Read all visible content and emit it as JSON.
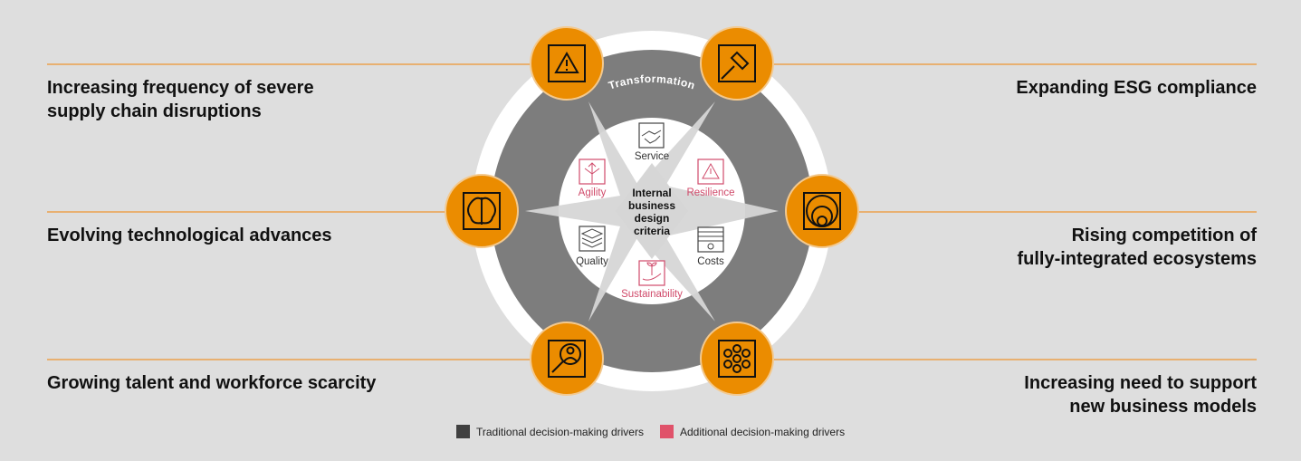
{
  "drivers_left": [
    {
      "line1": "Increasing frequency of severe",
      "line2": "supply chain disruptions",
      "icon": "warning-icon"
    },
    {
      "line1": "Evolving technological advances",
      "line2": "",
      "icon": "brain-circuit-icon"
    },
    {
      "line1": "Growing talent and workforce scarcity",
      "line2": "",
      "icon": "talent-search-icon"
    }
  ],
  "drivers_right": [
    {
      "line1": "Expanding ESG compliance",
      "line2": "",
      "icon": "gavel-icon"
    },
    {
      "line1": "Rising competition of",
      "line2": "fully-integrated ecosystems",
      "icon": "ecosystem-circles-icon"
    },
    {
      "line1": "Increasing need to support",
      "line2": "new business models",
      "icon": "hexagon-network-icon"
    }
  ],
  "ring_label": "Transformation",
  "center": {
    "line1": "Internal",
    "line2": "business",
    "line3": "design",
    "line4": "criteria"
  },
  "criteria": [
    {
      "label": "Service",
      "type": "traditional",
      "icon": "handshake-icon"
    },
    {
      "label": "Resilience",
      "type": "additional",
      "icon": "warning-icon"
    },
    {
      "label": "Costs",
      "type": "traditional",
      "icon": "money-icon"
    },
    {
      "label": "Sustainability",
      "type": "additional",
      "icon": "plant-hand-icon"
    },
    {
      "label": "Quality",
      "type": "traditional",
      "icon": "layers-icon"
    },
    {
      "label": "Agility",
      "type": "additional",
      "icon": "arrows-split-icon"
    }
  ],
  "legend": [
    {
      "label": "Traditional decision-making drivers",
      "color": "#404040"
    },
    {
      "label": "Additional decision-making drivers",
      "color": "#e0526a"
    }
  ],
  "colors": {
    "orange": "#eb8c00",
    "ring": "#7d7d7d",
    "pink": "#d04a6a",
    "line": "#e8b071"
  }
}
